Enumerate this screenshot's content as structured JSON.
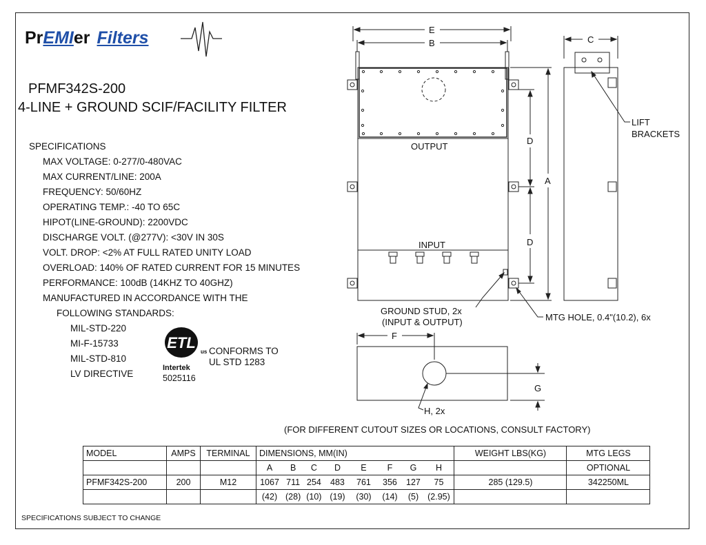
{
  "logo": {
    "pr": "Pr",
    "emi": "EMI",
    "er": "er",
    "filters": "Filters"
  },
  "header": {
    "model": "PFMF342S-200",
    "subtitle": "4-LINE + GROUND SCIF/FACILITY FILTER"
  },
  "specifications": {
    "heading": "SPECIFICATIONS",
    "items": [
      "MAX VOLTAGE: 0-277/0-480VAC",
      "MAX CURRENT/LINE: 200A",
      "FREQUENCY: 50/60HZ",
      "OPERATING TEMP.: -40 TO 65C",
      "HIPOT(LINE-GROUND): 2200VDC",
      "DISCHARGE VOLT. (@277V): <30V IN 30S",
      "VOLT. DROP: <2% AT FULL RATED UNITY LOAD",
      "OVERLOAD: 140% OF RATED CURRENT FOR 15 MINUTES",
      "PERFORMANCE: 100dB (14KHZ TO 40GHZ)",
      "MANUFACTURED IN ACCORDANCE WITH THE"
    ],
    "following": "FOLLOWING STANDARDS:",
    "standards": [
      "MIL-STD-220",
      "MI-F-15733",
      "MIL-STD-810",
      "LV DIRECTIVE"
    ]
  },
  "certification": {
    "mark_text": "ETL",
    "us_mark": "us",
    "brand": "Intertek",
    "number": "5025116",
    "conforms_line1": "CONFORMS TO",
    "conforms_line2": "UL STD 1283"
  },
  "drawing": {
    "dim_E": "E",
    "dim_B": "B",
    "dim_C": "C",
    "dim_D1": "D",
    "dim_D2": "D",
    "dim_A": "A",
    "dim_F": "F",
    "dim_G": "G",
    "output": "OUTPUT",
    "input": "INPUT",
    "lift_line1": "LIFT",
    "lift_line2": "BRACKETS",
    "ground_line1": "GROUND STUD, 2x",
    "ground_line2": "(INPUT & OUTPUT)",
    "mtg_hole": "MTG HOLE, 0.4\"(10.2), 6x",
    "h_label": "H, 2x",
    "cutout_note": "(FOR DIFFERENT CUTOUT SIZES OR LOCATIONS, CONSULT FACTORY)"
  },
  "table": {
    "headers": {
      "model": "MODEL",
      "amps": "AMPS",
      "terminal": "TERMINAL",
      "dimensions": "DIMENSIONS, MM(IN)",
      "weight": "WEIGHT LBS(KG)",
      "mtg": "MTG LEGS"
    },
    "dim_letters": [
      "A",
      "B",
      "C",
      "D",
      "E",
      "F",
      "G",
      "H"
    ],
    "mtg_sub": "OPTIONAL",
    "row": {
      "model": "PFMF342S-200",
      "amps": "200",
      "terminal": "M12",
      "dims_mm": [
        "1067",
        "711",
        "254",
        "483",
        "761",
        "356",
        "127",
        "75"
      ],
      "weight": "285 (129.5)",
      "mtg": "342250ML"
    },
    "dims_in": [
      "(42)",
      "(28)",
      "(10)",
      "(19)",
      "(30)",
      "(14)",
      "(5)",
      "(2.95)"
    ]
  },
  "footer": "SPECIFICATIONS SUBJECT TO CHANGE"
}
